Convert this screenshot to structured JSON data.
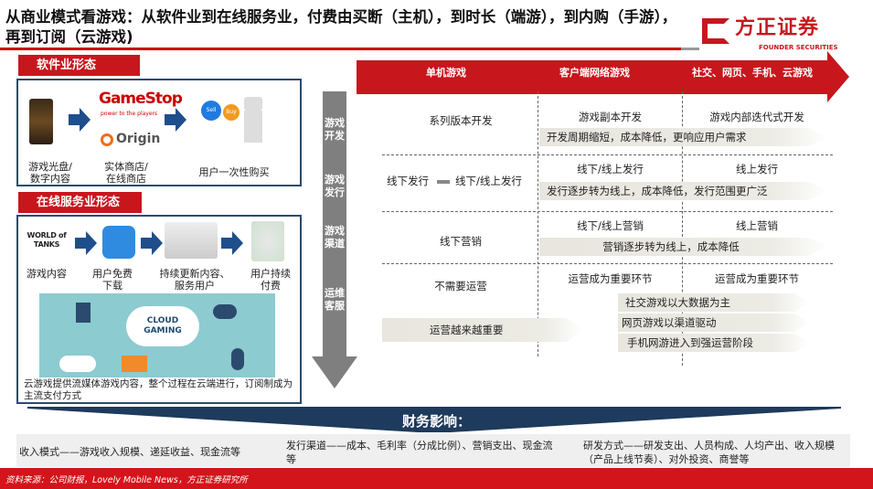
{
  "header": {
    "title": "从商业模式看游戏：从软件业到在线服务业，付费由买断（主机），到时长（端游），到内购（手游），再到订阅（云游戏)",
    "logo_cn": "方正证券",
    "logo_en": "FOUNDER SECURITIES"
  },
  "software": {
    "tag": "软件业形态",
    "logos": [
      "GameStop",
      "power to the players",
      "Origin"
    ],
    "steps": [
      "游戏光盘/\n数字内容",
      "实体商店/\n在线商店",
      "用户一次性购买"
    ],
    "buttons": [
      "Sell",
      "Buy"
    ]
  },
  "online": {
    "tag": "在线服务业形态",
    "logo": "WORLD of TANKS",
    "steps": [
      "游戏内容",
      "用户免费\n下载",
      "持续更新内容、\n服务用户",
      "用户持续\n付费"
    ],
    "cloud": "CLOUD\nGAMING",
    "caption": "云游戏提供流媒体游戏内容，整个过程在云端进行，订阅制成为主流支付方式"
  },
  "timeline": {
    "columns": [
      "单机游戏",
      "客户端网络游戏",
      "社交、网页、手机、云游戏"
    ],
    "rows": [
      {
        "label": "游戏\n开发",
        "c1": "系列版本开发",
        "c2": "游戏副本开发",
        "c3": "游戏内部迭代式开发",
        "band": "开发周期缩短，成本降低，更响应用户需求"
      },
      {
        "label": "游戏\n发行",
        "c1a": "线下发行",
        "c1b": "线下/线上发行",
        "c2": "线下/线上发行",
        "c3": "线上发行",
        "band": "发行逐步转为线上，成本降低，发行范围更广泛"
      },
      {
        "label": "游戏\n渠道",
        "c1": "线下营销",
        "c2": "线下/线上营销",
        "c3": "线上营销",
        "band": "营销逐步转为线上，成本降低"
      },
      {
        "label": "运维\n客服",
        "c1": "不需要运营",
        "c2": "运营成为重要环节",
        "c3": "运营成为重要环节",
        "band": "运营越来越重要",
        "bands": [
          "社交游戏以大数据为主",
          "网页游戏以渠道驱动",
          "手机网游进入到强运营阶段"
        ]
      }
    ]
  },
  "finance": {
    "title": "财务影响：",
    "items": [
      "收入模式——游戏收入规模、递延收益、现金流等",
      "发行渠道——成本、毛利率（分成比例）、营销支出、现金流等",
      "研发方式——研发支出、人员构成、人均产出、收入规模（产品上线节奏）、对外投资、商誉等"
    ]
  },
  "footer": {
    "source": "资料来源：公司财报，Lovely Mobile News，方正证券研究所"
  }
}
